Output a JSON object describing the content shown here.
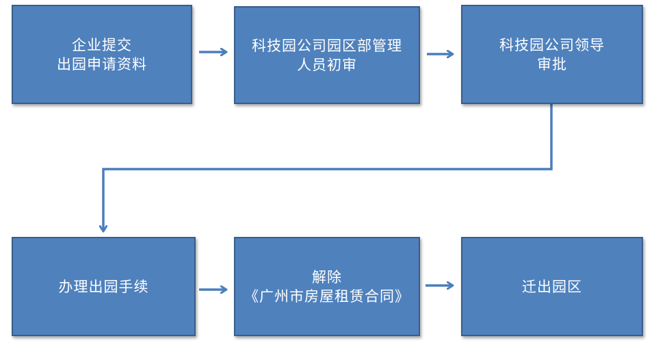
{
  "steps": [
    {
      "id": "submit",
      "lines": [
        "企业提交",
        "出园申请资料"
      ]
    },
    {
      "id": "initial-review",
      "lines": [
        "科技园公司园区部管理",
        "人员初审"
      ]
    },
    {
      "id": "leader-approval",
      "lines": [
        "科技园公司领导",
        "审批"
      ]
    },
    {
      "id": "exit-procedure",
      "lines": [
        "办理出园手续"
      ]
    },
    {
      "id": "terminate-contract",
      "lines": [
        "解除",
        "《广州市房屋租赁合同》"
      ]
    },
    {
      "id": "relocate",
      "lines": [
        "迁出园区"
      ]
    }
  ],
  "colors": {
    "box_fill": "#4f81bd",
    "box_border": "#385d8a",
    "text": "#ffffff",
    "connector": "#4a7ebb"
  }
}
